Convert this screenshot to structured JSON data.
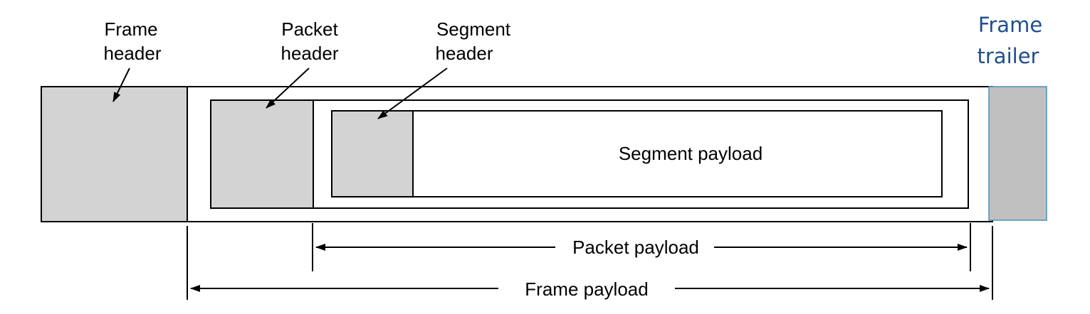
{
  "labels": {
    "frame_header_line1": "Frame",
    "frame_header_line2": "header",
    "packet_header_line1": "Packet",
    "packet_header_line2": "header",
    "segment_header_line1": "Segment",
    "segment_header_line2": "header",
    "segment_payload": "Segment payload",
    "packet_payload": "Packet payload",
    "frame_payload": "Frame payload",
    "frame_trailer_line1": "Frame",
    "frame_trailer_line2": "trailer"
  },
  "colors": {
    "header_fill": "#d3d3d3",
    "trailer_fill": "#c0c0c0",
    "trailer_border": "#4a90b8",
    "trailer_text": "#1f4e8c",
    "outline": "#000000"
  }
}
